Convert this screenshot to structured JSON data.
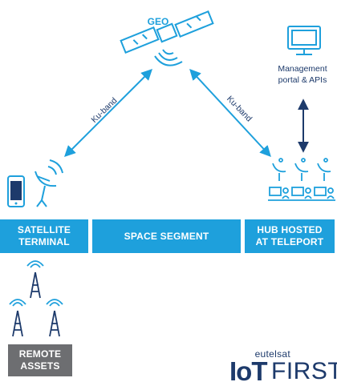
{
  "labels": {
    "geo": "GEO",
    "ku_band_left": "Ku-band",
    "ku_band_right": "Ku-band",
    "management_line1": "Management",
    "management_line2": "portal & APIs"
  },
  "bars": {
    "satellite_terminal": [
      "SATELLITE",
      "TERMINAL"
    ],
    "space_segment": "SPACE SEGMENT",
    "hub_teleport": [
      "HUB HOSTED",
      "AT TELEPORT"
    ],
    "remote_assets": [
      "REMOTE",
      "ASSETS"
    ]
  },
  "logo": {
    "brand": "eutelsat",
    "iot": "IoT",
    "first": "FIRST"
  },
  "icons": [
    "satellite-icon",
    "signal-waves-icon",
    "monitor-icon",
    "phone-icon",
    "satellite-dish-icon",
    "operator-workstation-icon",
    "radio-tower-icon"
  ],
  "colors": {
    "accent": "#1ea0dc",
    "dark": "#1d3a6b",
    "grey": "#6d6e71"
  }
}
